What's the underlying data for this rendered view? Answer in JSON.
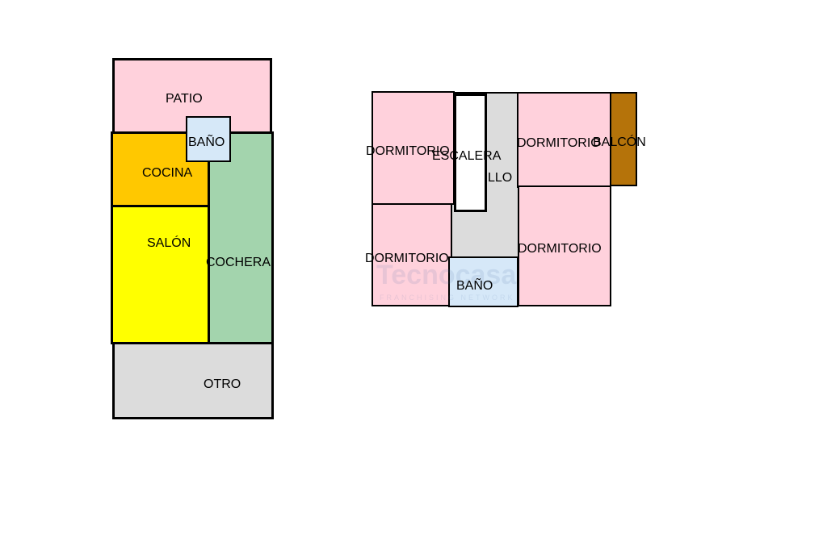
{
  "plan_left": {
    "rooms": {
      "patio": {
        "label": "PATIO",
        "color": "#ffd1dc"
      },
      "bano": {
        "label": "BAÑO",
        "color": "#d6e8f8"
      },
      "cocina": {
        "label": "COCINA",
        "color": "#ffc800"
      },
      "salon": {
        "label": "SALÓN",
        "color": "#ffff00"
      },
      "cochera": {
        "label": "COCHERA",
        "color": "#a3d4ad"
      },
      "otro": {
        "label": "OTRO",
        "color": "#dcdcdc"
      }
    }
  },
  "plan_right": {
    "rooms": {
      "dormitorio_1": {
        "label": "DORMITORIO",
        "color": "#ffd1dc"
      },
      "escalera": {
        "label": "ESCALERA",
        "color": "#ffffff"
      },
      "pasillo": {
        "label": "LLO",
        "color": "#dcdcdc"
      },
      "dormitorio_2": {
        "label": "DORMITORIO",
        "color": "#ffd1dc"
      },
      "balcon": {
        "label": "BALCÓN",
        "color": "#b5730a"
      },
      "dormitorio_3": {
        "label": "DORMITORIO",
        "color": "#ffd1dc"
      },
      "dormitorio_4": {
        "label": "DORMITORIO",
        "color": "#ffd1dc"
      },
      "bano": {
        "label": "BAÑO",
        "color": "#d6e8f8"
      }
    }
  }
}
